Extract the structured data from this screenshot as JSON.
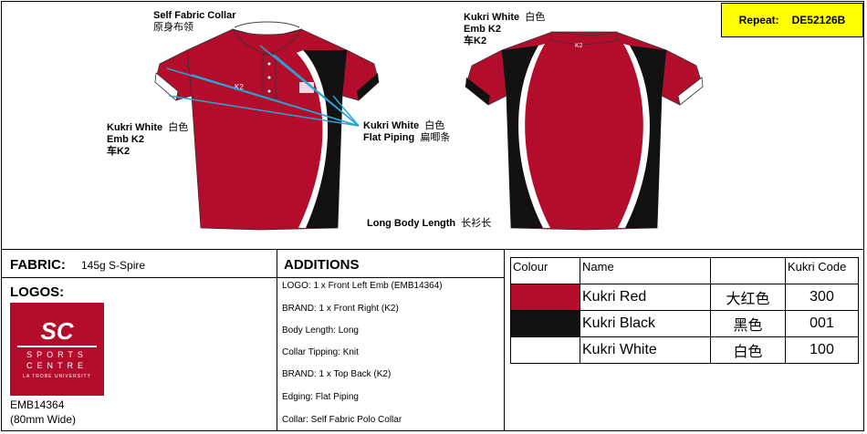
{
  "repeat": {
    "label": "Repeat:",
    "code": "DE52126B"
  },
  "callouts": {
    "collar": {
      "en": "Self Fabric Collar",
      "cn": "原身布领"
    },
    "back_emb": {
      "line1": "Kukri White",
      "cn": "白色",
      "line2": "Emb K2",
      "line3": "车K2"
    },
    "front_emb": {
      "line1": "Kukri White",
      "cn": "白色",
      "line2": "Emb K2",
      "line3": "车K2"
    },
    "piping": {
      "line1": "Kukri White",
      "cn1": "白色",
      "line2": "Flat Piping",
      "cn2": "扁唧条"
    },
    "length": {
      "en": "Long Body Length",
      "cn": "长衫长"
    }
  },
  "fabric": {
    "label": "FABRIC:",
    "value": "145g S-Spire"
  },
  "logos": {
    "label": "LOGOS:",
    "code": "EMB14364",
    "width": "(80mm Wide)",
    "logo_text1": "SPORTS",
    "logo_text2": "CENTRE",
    "logo_text3": "LA TROBE UNIVERSITY",
    "logo_mark": "SC"
  },
  "additions": {
    "label": "ADDITIONS",
    "items": [
      "LOGO: 1 x Front Left Emb (EMB14364)",
      "BRAND: 1 x Front Right (K2)",
      "Body Length: Long",
      "Collar Tipping: Knit",
      "BRAND: 1 x Top Back (K2)",
      "Edging: Flat Piping",
      "Collar: Self Fabric Polo Collar"
    ]
  },
  "colour_table": {
    "headers": [
      "Colour",
      "Name",
      "",
      "Kukri Code"
    ],
    "rows": [
      {
        "swatch": "#b30d2b",
        "name": "Kukri Red",
        "cn": "大红色",
        "code": "300"
      },
      {
        "swatch": "#111111",
        "name": "Kukri Black",
        "cn": "黑色",
        "code": "001"
      },
      {
        "swatch": "#ffffff",
        "name": "Kukri White",
        "cn": "白色",
        "code": "100"
      }
    ]
  }
}
